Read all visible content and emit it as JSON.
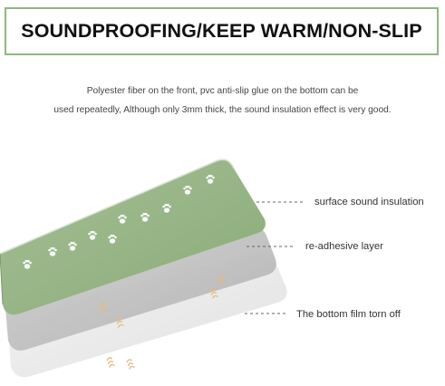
{
  "banner": {
    "title": "SOUNDPROOFING/KEEP WARM/NON-SLIP",
    "border_color": "#8fb783"
  },
  "description": {
    "line1": "Polyester fiber on the front, pvc anti-slip glue on the bottom can be",
    "line2": "used repeatedly, Although only 3mm thick, the sound insulation effect is very good."
  },
  "layers": [
    {
      "label": "surface sound insulation",
      "color": "#96b386",
      "icon": "paw-print-icon"
    },
    {
      "label": "re-adhesive layer",
      "color": "#bcbcbc",
      "icon": "sound-wave-icon"
    },
    {
      "label": "The bottom film torn off",
      "color": "#e6e6e6",
      "icon": "sound-wave-icon"
    }
  ]
}
